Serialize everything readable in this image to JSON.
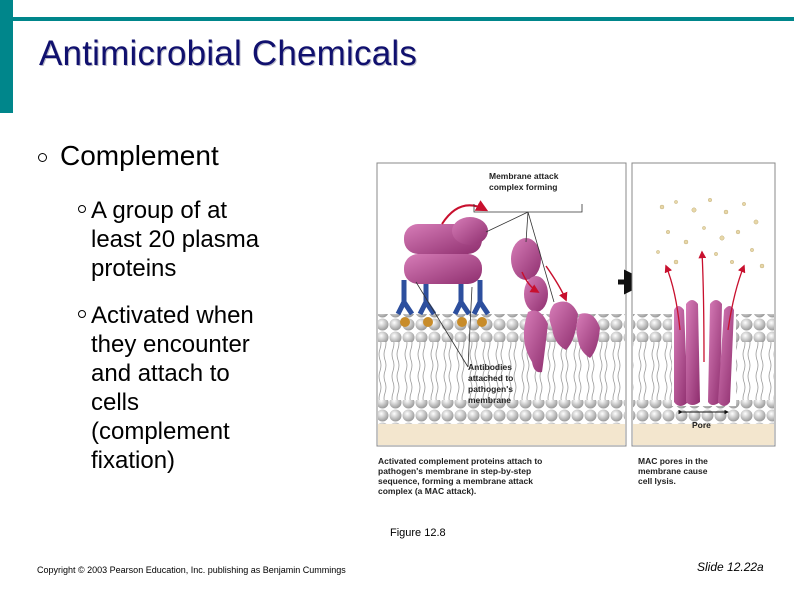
{
  "title": "Antimicrobial Chemicals",
  "bullets": {
    "main": "Complement",
    "sub": [
      {
        "line1": "A group of at",
        "line2": "least 20 plasma",
        "line3": "proteins"
      },
      {
        "line1": "Activated when",
        "line2": "they encounter",
        "line3": "and attach to",
        "line4": "cells",
        "line5": "(complement",
        "line6": "fixation)"
      }
    ]
  },
  "figure": {
    "labels": {
      "mac_forming_1": "Membrane attack",
      "mac_forming_2": "complex forming",
      "antibodies_1": "Antibodies",
      "antibodies_2": "attached to",
      "antibodies_3": "pathogen's",
      "antibodies_4": "membrane",
      "pore": "Pore"
    },
    "caption_left": {
      "l1": "Activated complement proteins attach to",
      "l2": "pathogen's membrane in step-by-step",
      "l3": "sequence, forming a membrane attack",
      "l4": "complex (a MAC attack)."
    },
    "caption_right": {
      "l1": "MAC pores in the",
      "l2": "membrane cause",
      "l3": "cell lysis."
    },
    "colors": {
      "protein": "#B5428F",
      "antibody": "#2D4F9E",
      "membrane": "#C9C9C9",
      "panel_bg": "#F3E6CE"
    }
  },
  "figure_caption": "Figure 12.8",
  "copyright": "Copyright © 2003 Pearson Education, Inc. publishing as Benjamin Cummings",
  "slide_number": "Slide 12.22a"
}
